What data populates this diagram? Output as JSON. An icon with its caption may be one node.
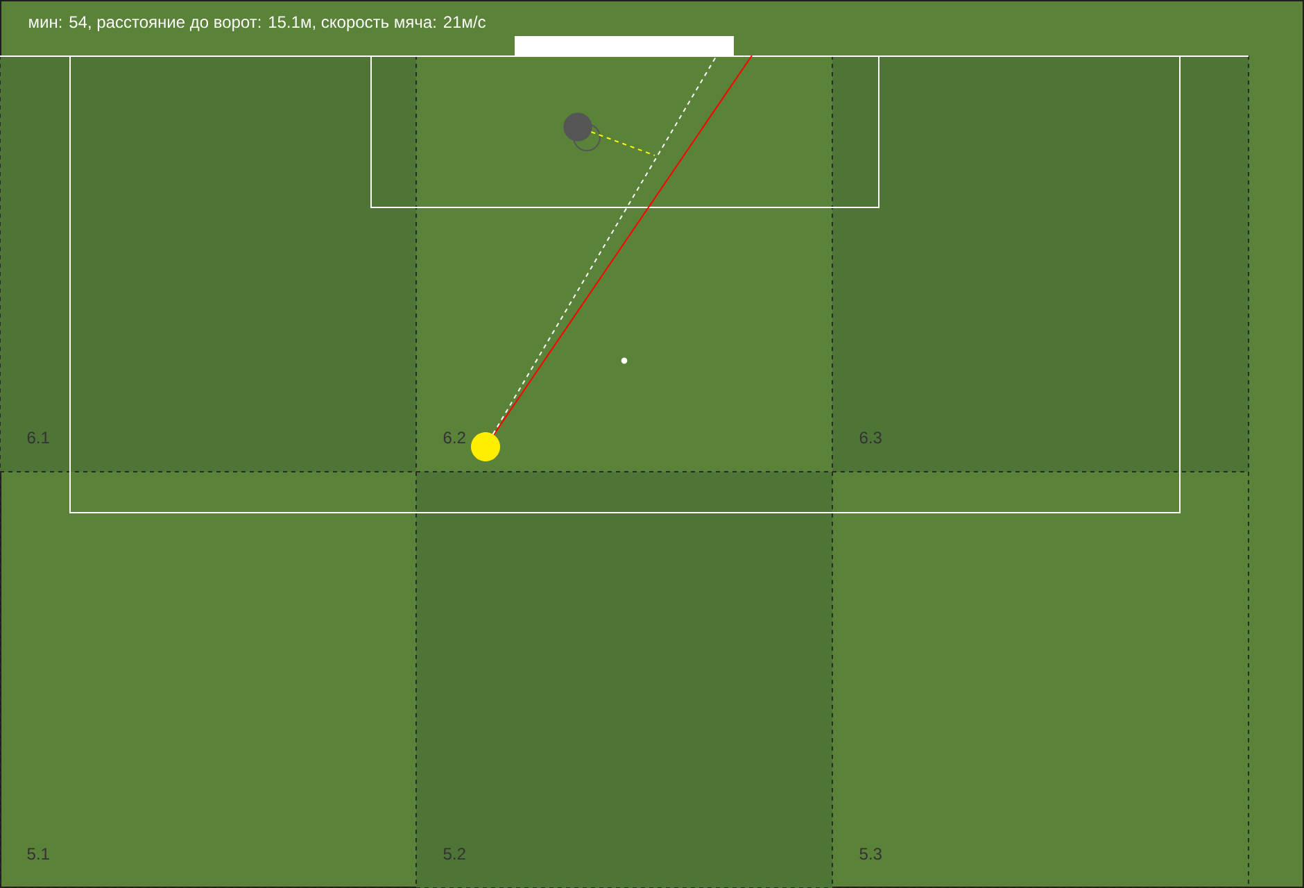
{
  "diagram": {
    "title": "мин: 54, расстояние до ворот: 15.1м, скорость мяча: 21м/с",
    "nodes": [
      {
        "text": [
          "6.1"
        ]
      },
      {
        "text": [
          "6.2"
        ]
      },
      {
        "text": [
          "6.3"
        ]
      },
      {
        "text": [
          "5.1"
        ]
      },
      {
        "text": [
          "5.2"
        ]
      },
      {
        "text": [
          "5.3"
        ]
      },
      {
        "text": [],
        "shape": "bar"
      },
      {
        "text": [],
        "shape": "circle",
        "in": 1
      },
      {
        "text": [],
        "shape": "circle",
        "in": 1
      }
    ],
    "edges": [
      {
        "from": 7,
        "to": null,
        "arrow": "none",
        "color": "#ff0000"
      },
      {
        "from": 7,
        "to": 6,
        "arrow": "none",
        "style": "dashed",
        "color": "#ffffff"
      },
      {
        "from": 8,
        "to": null,
        "arrow": "none",
        "style": "dashed",
        "color": "#ffff00"
      }
    ]
  }
}
